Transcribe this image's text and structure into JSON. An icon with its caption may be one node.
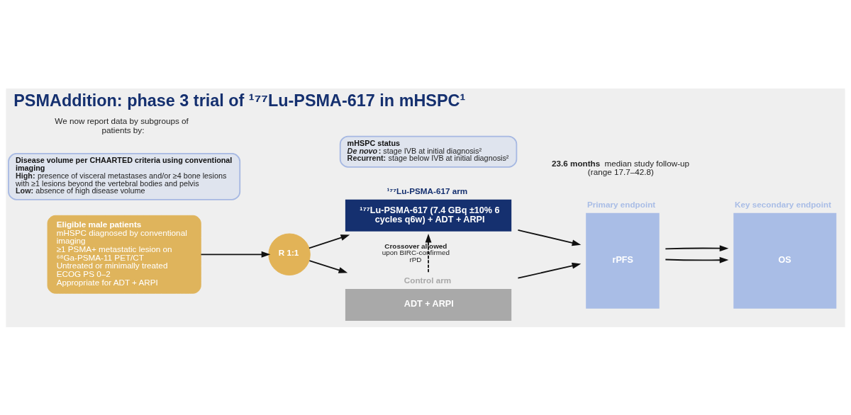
{
  "diagram": {
    "title": "PSMAddition: phase 3 trial of ¹⁷⁷Lu-PSMA-617 in mHSPC¹",
    "nodes": [
      {
        "text": [
          "Eligible male patients",
          "mHSPC diagnosed by conventional imaging",
          "≥1 PSMA+ metastatic lesion on ⁶⁸Ga-PSMA-11 PET/CT",
          "Untreated or minimally treated",
          "ECOG PS 0–2",
          "Appropriate for ADT + ARPI"
        ]
      },
      {
        "text": [
          "R 1:1"
        ]
      },
      {
        "text": [
          "¹⁷⁷Lu-PSMA-617 arm",
          "¹⁷⁷Lu-PSMA-617 (7.4 GBq ±10% 6 cycles q6w) + ADT + ARPI"
        ]
      },
      {
        "text": [
          "Control arm",
          "ADT + ARPI"
        ]
      },
      {
        "text": [
          "Primary endpoint",
          "rPFS"
        ]
      },
      {
        "text": [
          "Key secondary endpoint",
          "OS"
        ]
      },
      {
        "text": [
          "Disease volume per CHAARTED criteria using conventional imaging",
          "**High:** presence of visceral metastases and/or ≥4 bone lesions with ≥1 lesions beyond the vertebral bodies and pelvis",
          "**Low:** absence of high disease volume"
        ]
      },
      {
        "text": [
          "mHSPC status",
          "***De novo*:** stage IVB at initial diagnosis²",
          "**Recurrent:** stage below IVB at initial diagnosis²"
        ]
      }
    ],
    "edges": [
      {
        "from": 0,
        "to": 1,
        "arrow": "to"
      },
      {
        "from": 1,
        "to": 2,
        "arrow": "to"
      },
      {
        "from": 1,
        "to": 3,
        "arrow": "to"
      },
      {
        "from": 2,
        "to": 4,
        "arrow": "to"
      },
      {
        "from": 3,
        "to": 4,
        "arrow": "to"
      },
      {
        "from": 4,
        "to": 5,
        "arrow": "to"
      },
      {
        "from": 4,
        "to": 5,
        "arrow": "to"
      },
      {
        "from": 3,
        "to": 2,
        "arrow": "to",
        "style": "dashed",
        "label": "**Crossover allowed** upon BIRC-confirmed rPD"
      }
    ],
    "labels": [
      "**23.6 months** median study follow-up (range 17.7–42.8)",
      "We now report data by subgroups of patients by:"
    ]
  }
}
